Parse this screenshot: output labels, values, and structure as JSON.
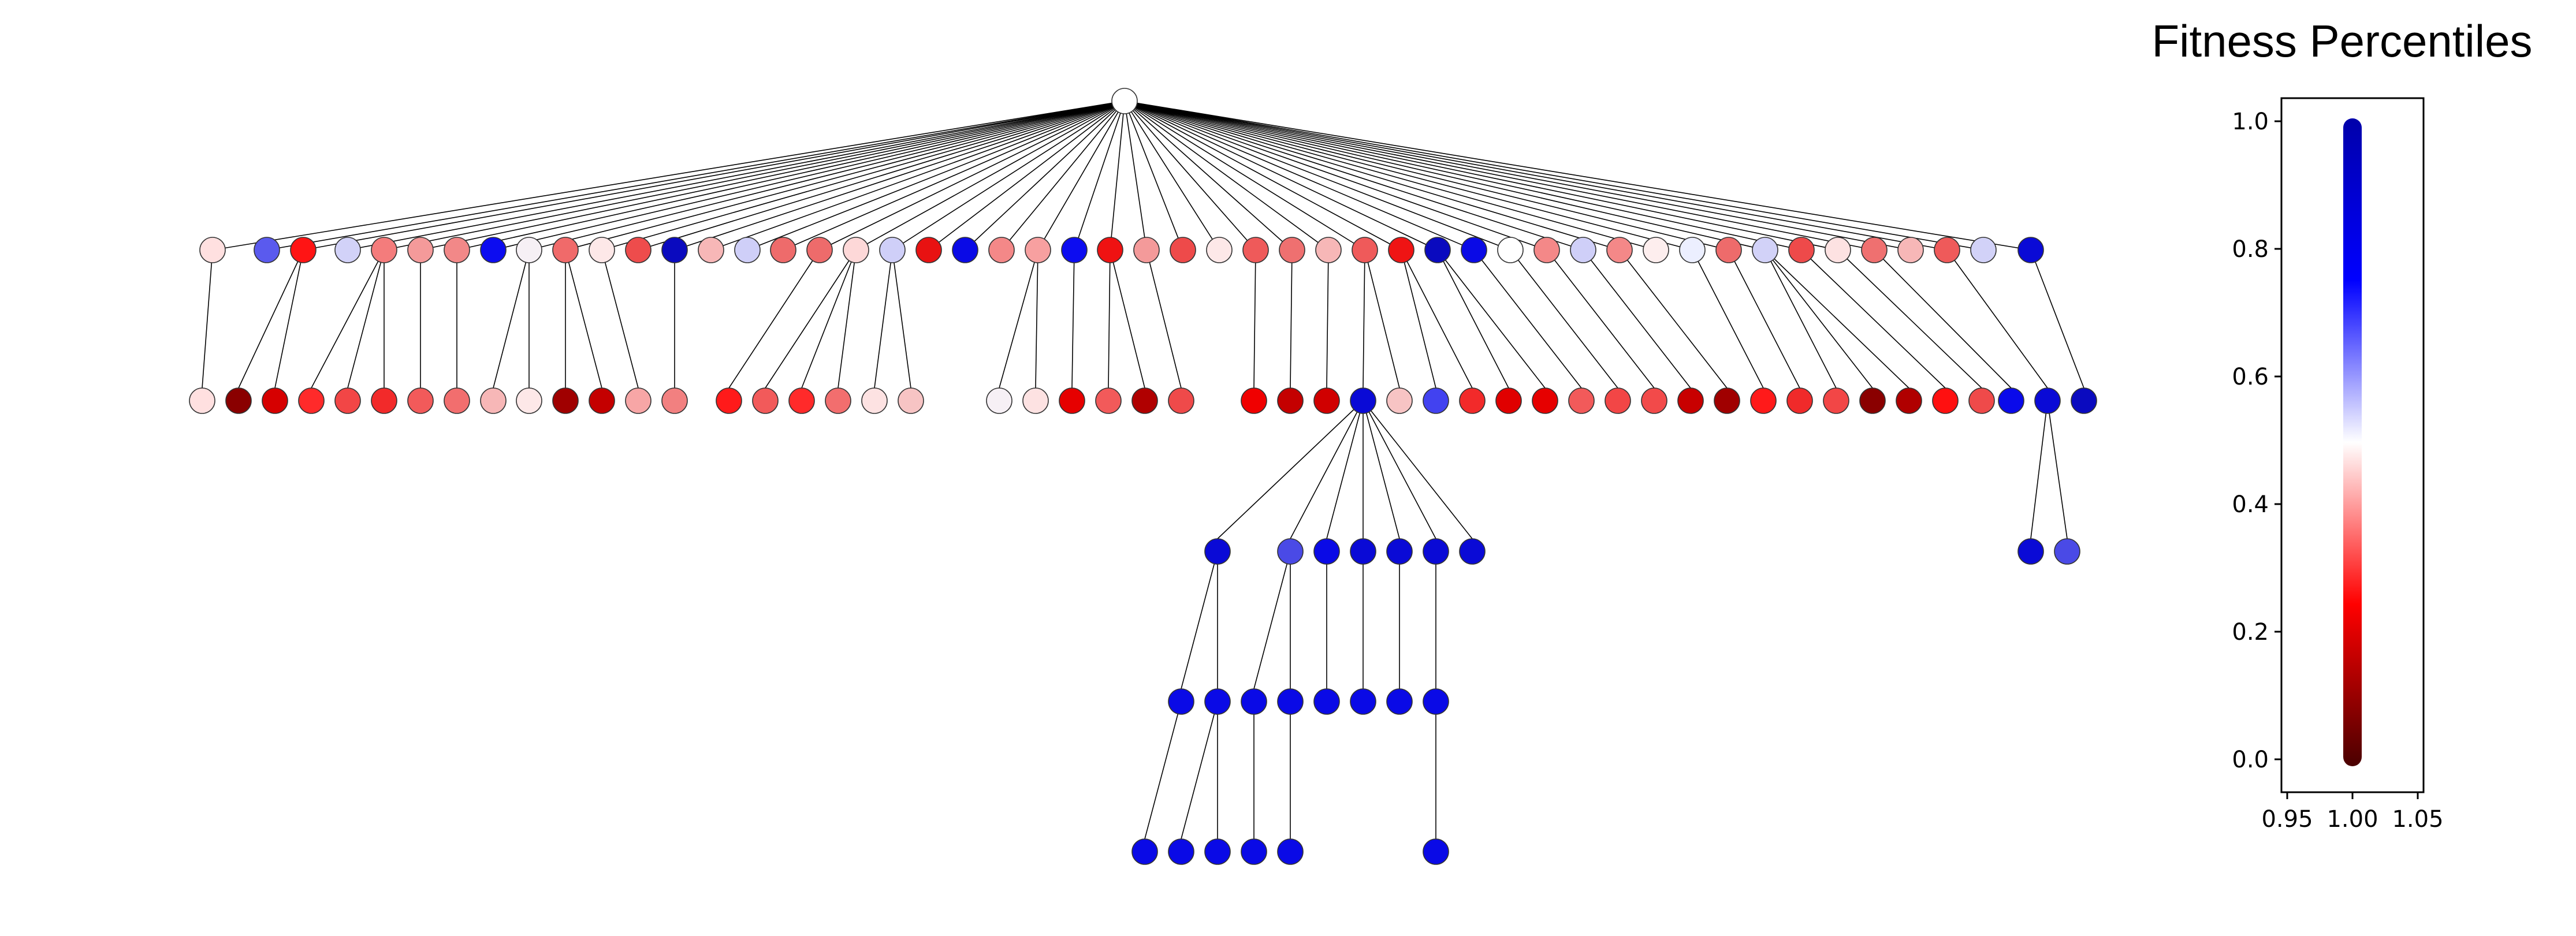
{
  "colorbar": {
    "title": "Fitness Percentiles",
    "y_ticks": [
      "0.0",
      "0.2",
      "0.4",
      "0.6",
      "0.8",
      "1.0"
    ],
    "x_ticks": [
      "0.95",
      "1.00",
      "1.05"
    ],
    "ylim": [
      0,
      1
    ],
    "xlim": [
      0.95,
      1.05
    ],
    "colormap_stops": [
      "#4a0000",
      "#ff0000",
      "#ffffff",
      "#0000ff",
      "#0000aa"
    ]
  },
  "tree": {
    "root_color": "#ffffff",
    "levels": [
      {
        "level": 1,
        "colors": [
          "#ffe0e0",
          "#5a5aee",
          "#ff1414",
          "#d2d2f8",
          "#f47c7c",
          "#f49a9a",
          "#f28888",
          "#0c0cf0",
          "#f6f0f5",
          "#f06a6a",
          "#fde8e8",
          "#ee4c4c",
          "#0a0abf",
          "#f7b7b7",
          "#cfcff8",
          "#ee6b6b",
          "#ee6b6b",
          "#fdd8d8",
          "#cfcff8",
          "#e81212",
          "#0a0ae6",
          "#f48888",
          "#f7a0a0",
          "#0c0cf0",
          "#ef1212",
          "#f49a9a",
          "#ee4a4a",
          "#fde8e8",
          "#ef5a5a",
          "#ef7070",
          "#f7b7b7",
          "#ef5a5a",
          "#ef1414",
          "#0a0abf",
          "#0a0ae6",
          "#ffffff",
          "#f48888",
          "#cfcff8",
          "#f48888",
          "#fdeeee",
          "#ecefff",
          "#ee6b6b",
          "#d2d2f8",
          "#ee4a4a",
          "#fde2e2",
          "#ef7070",
          "#f7b7b7",
          "#ef5a5a",
          "#d2d2f8",
          "#0a0ad6"
        ]
      },
      {
        "level": 2,
        "colors": [
          "#ffe0e0",
          "#8a0000",
          "#d60000",
          "#ff2a2a",
          "#f24646",
          "#f22a2a",
          "#f25a5a",
          "#f26e6e",
          "#f7b7b7",
          "#fde8e8",
          "#a00000",
          "#c40000",
          "#f7a6a6",
          "#f28080",
          "#ff1a1a",
          "#f25a5a",
          "#ff2a2a",
          "#f26e6e",
          "#fde2e2",
          "#f7c4c4",
          "#f6f0f5",
          "#fde2e2",
          "#e60000",
          "#f25a5a",
          "#b00000",
          "#ef4a4a",
          "#f00000",
          "#c40000",
          "#d00000",
          "#0a0ad6",
          "#f7c4c4",
          "#4242f0",
          "#f22a2a",
          "#e00000",
          "#e60000",
          "#f25a5a",
          "#f24646",
          "#f24a4a",
          "#c80000",
          "#a00000",
          "#ff1a1a",
          "#f02a2a",
          "#f24646",
          "#8a0000",
          "#b00000",
          "#ff1010",
          "#ef4a4a",
          "#0a0aea",
          "#0a0ad6",
          "#0a0abf"
        ]
      },
      {
        "level": 3,
        "colors": [
          "#0a0ad6",
          "#4a4ae6",
          "#0a0ae6",
          "#0a0ad6",
          "#0a0ad6",
          "#0a0ad6",
          "#0a0ad6",
          "#0a0ad6",
          "#4a4ae6"
        ]
      },
      {
        "level": 4,
        "colors": [
          "#0a0ae6",
          "#0a0ae6",
          "#0a0ae6",
          "#0a0ae6",
          "#0a0ae6",
          "#0a0ae6",
          "#0a0ae6"
        ]
      },
      {
        "level": 5,
        "colors": [
          "#0a0ae6",
          "#0a0ae6",
          "#0a0ae6",
          "#0a0ae6",
          "#0a0ae6",
          "#0a0ae6"
        ]
      }
    ]
  }
}
